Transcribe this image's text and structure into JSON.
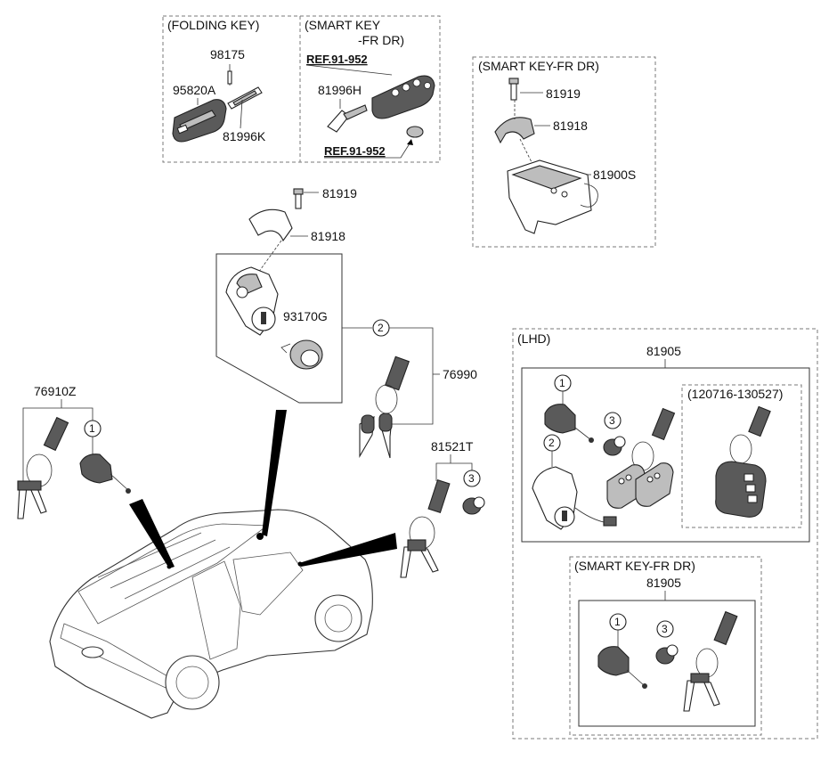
{
  "groups": {
    "folding_key": "(FOLDING KEY)",
    "smart_key_line1": "(SMART KEY",
    "smart_key_line2": "-FR DR)",
    "smart_key_fr_dr": "(SMART KEY-FR DR)",
    "lhd": "(LHD)",
    "date_range": "(120716-130527)",
    "smart_key_fr_dr_lower": "(SMART KEY-FR DR)"
  },
  "refs": {
    "ref_upper": "REF.91-952",
    "ref_lower": "REF.91-952"
  },
  "parts": {
    "p98175": "98175",
    "p95820A": "95820A",
    "p81996K": "81996K",
    "p81996H": "81996H",
    "p81919_top": "81919",
    "p81918_top": "81918",
    "p81900S": "81900S",
    "p81919_mid": "81919",
    "p81918_mid": "81918",
    "p93170G": "93170G",
    "p76990": "76990",
    "p76910Z": "76910Z",
    "p81521T": "81521T",
    "p81905_lhd": "81905",
    "p81905_smart": "81905"
  },
  "callouts": {
    "c1": "1",
    "c2": "2",
    "c3": "3"
  }
}
